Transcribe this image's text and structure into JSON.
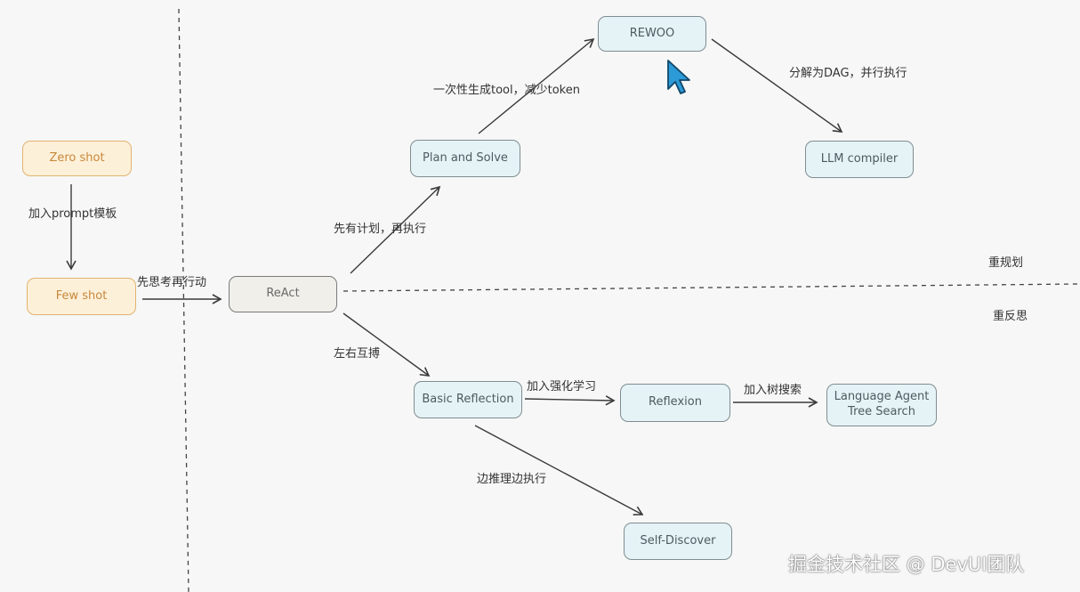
{
  "nodes": {
    "zero_shot": "Zero shot",
    "few_shot": "Few shot",
    "react": "ReAct",
    "plan_and_solve": "Plan and Solve",
    "rewoo": "REWOO",
    "llm_compiler": "LLM compiler",
    "basic_reflection": "Basic Reflection",
    "reflexion": "Reflexion",
    "lats": "Language Agent\nTree Search",
    "self_discover": "Self-Discover"
  },
  "edges": {
    "add_prompt_template": "加入prompt模板",
    "think_then_act": "先思考再行动",
    "plan_then_execute": "先有计划，再执行",
    "generate_tool_once": "一次性生成tool，减少token",
    "decompose_dag": "分解为DAG，并行执行",
    "left_right_fight": "左右互搏",
    "add_rl": "加入强化学习",
    "add_tree_search": "加入树搜索",
    "reason_while_executing": "边推理边执行"
  },
  "regions": {
    "replan": "重规划",
    "reflect": "重反思"
  },
  "watermark": "掘金技术社区 @ DevUI团队",
  "colors": {
    "orange_fill": "#fdf0d9",
    "cyan_fill": "#e6f3f6",
    "grey_fill": "#f1efea",
    "cursor": "#2b9ad6"
  }
}
